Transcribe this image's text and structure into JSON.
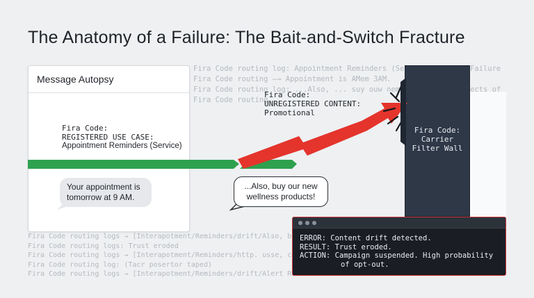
{
  "title": "The Anatomy of a Failure: The Bait-and-Switch Fracture",
  "background_logs_top": [
    "Fira Code routing log: Appointment Reminders (Servi",
    "Fira Code routing —→ Appointment is AMem 3AM.",
    "Fira Code routing log: ...Also, ... suy ouw nemte",
    "Fira Code routing"
  ],
  "background_logs_right": [
    "Failure",
    "ects of"
  ],
  "background_logs_bottom": [
    "Fira Code routing logs → [Interapotment/Reminders/drift/Also, buy",
    "Fira Code routing logs:  Trust eroded",
    "Fira Code routing logs → [Interapotment/Reminders/http. usse, con",
    "Fira Code routing log:  (Tacr posertor taped)",
    "Fira Code routing logs → [Interapotment/Reminders/drift/Alert Re"
  ],
  "autopsy": {
    "title": "Message Autopsy"
  },
  "registered": {
    "line1": "Fira Code:",
    "line2": "REGISTERED USE CASE:",
    "line3": "Appointment Reminders (Service)"
  },
  "unregistered": {
    "line1": "Fira Code:",
    "line2": "UNREGISTERED CONTENT:",
    "line3": "Promotional"
  },
  "bubble_service": "Your appointment is tomorrow at 9 AM.",
  "bubble_promo": "...Also, buy our new wellness products!",
  "wall": {
    "line1": "Fira Code:",
    "line2": "Carrier",
    "line3": "Filter Wall"
  },
  "terminal": {
    "error": "ERROR: Content drift detected.",
    "result": "RESULT: Trust eroded.",
    "action": "ACTION: Campaign suspended. High probability",
    "action_cont": "of opt-out."
  },
  "colors": {
    "green": "#2ea14f",
    "red": "#e4342c",
    "wall": "#2e3847",
    "terminal_border": "#c8353a"
  }
}
